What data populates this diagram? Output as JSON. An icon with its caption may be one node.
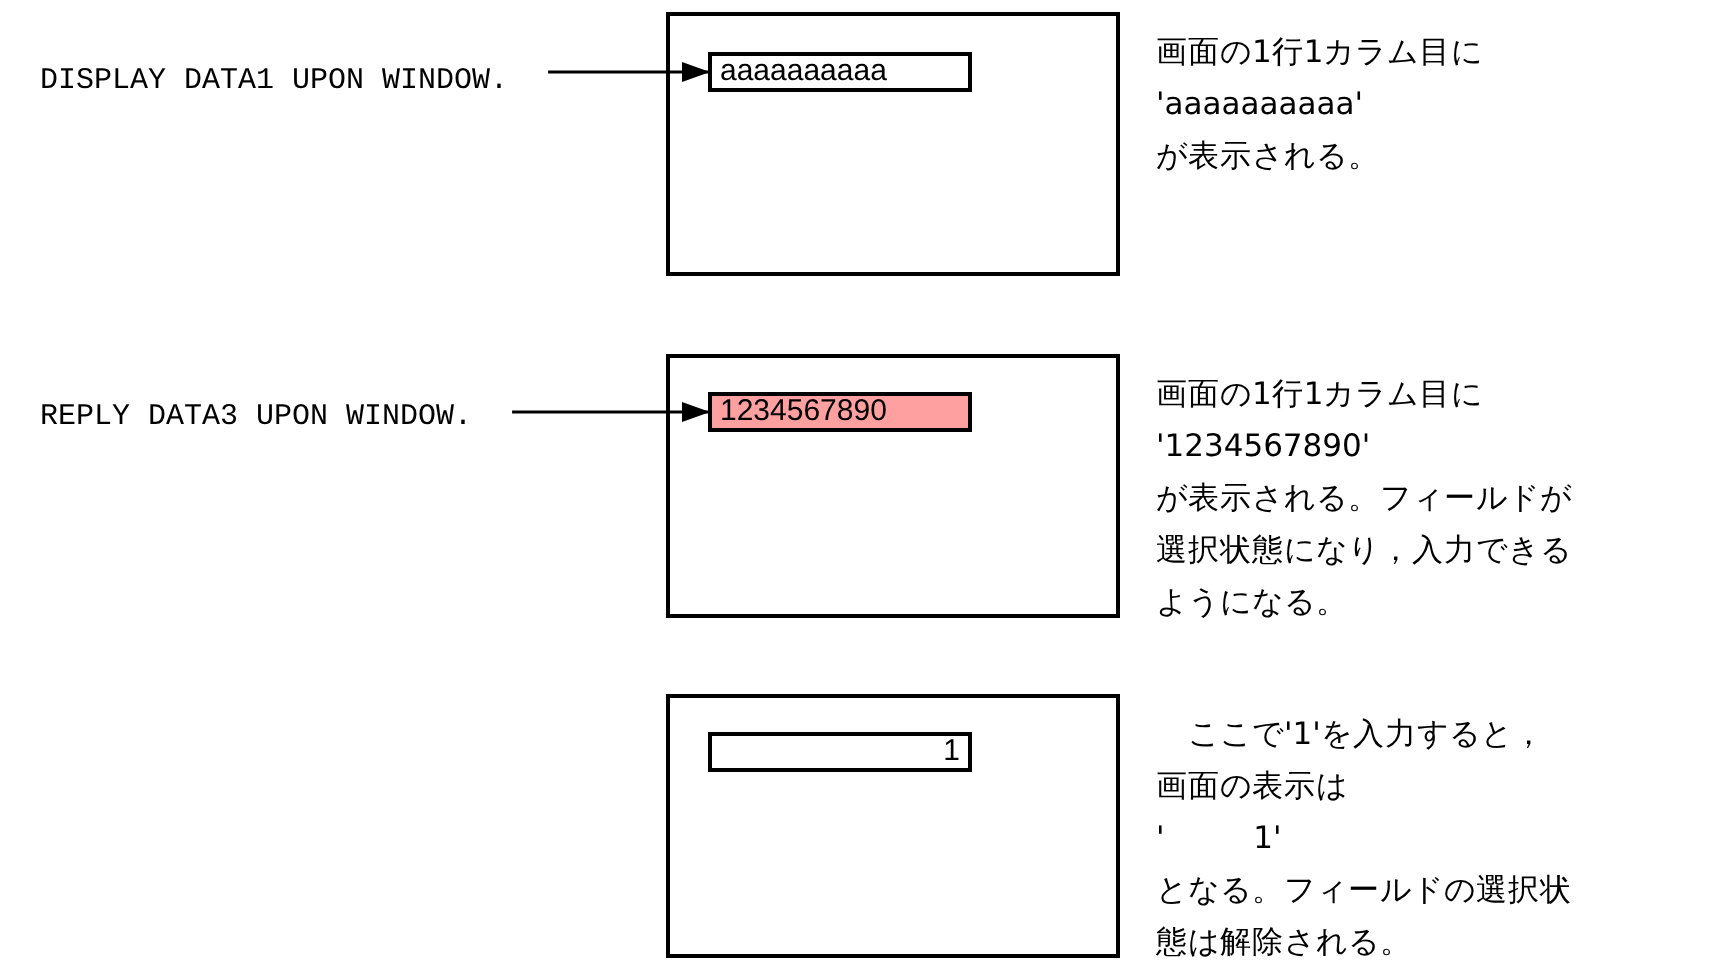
{
  "diagram": {
    "nodes": [
      {
        "text": [
          "DISPLAY DATA1 UPON WINDOW."
        ]
      },
      {
        "text": [],
        "shape": "box",
        "beside": [
          "画面の1行1カラム目に",
          "'aaaaaaaaaa'",
          "が表示される。"
        ]
      },
      {
        "text": [
          "aaaaaaaaaa"
        ],
        "in": 1
      },
      {
        "text": [
          "REPLY DATA3 UPON WINDOW."
        ]
      },
      {
        "text": [],
        "shape": "box",
        "beside": [
          "画面の1行1カラム目に",
          "'1234567890'",
          "が表示される。フィールドが",
          "選択状態になり，入力できる",
          "ようになる。"
        ]
      },
      {
        "text": [
          "1234567890"
        ],
        "in": 4
      },
      {
        "text": [],
        "shape": "box",
        "beside": [
          "　ここで'1'を入力すると，",
          "画面の表示は",
          "'         1'",
          "となる。フィールドの選択状",
          "態は解除される。"
        ]
      },
      {
        "text": [
          "1"
        ],
        "in": 6
      }
    ],
    "edges": [
      {
        "from": 0,
        "to": 2,
        "arrow": "to"
      },
      {
        "from": 3,
        "to": 5,
        "arrow": "to"
      }
    ]
  }
}
